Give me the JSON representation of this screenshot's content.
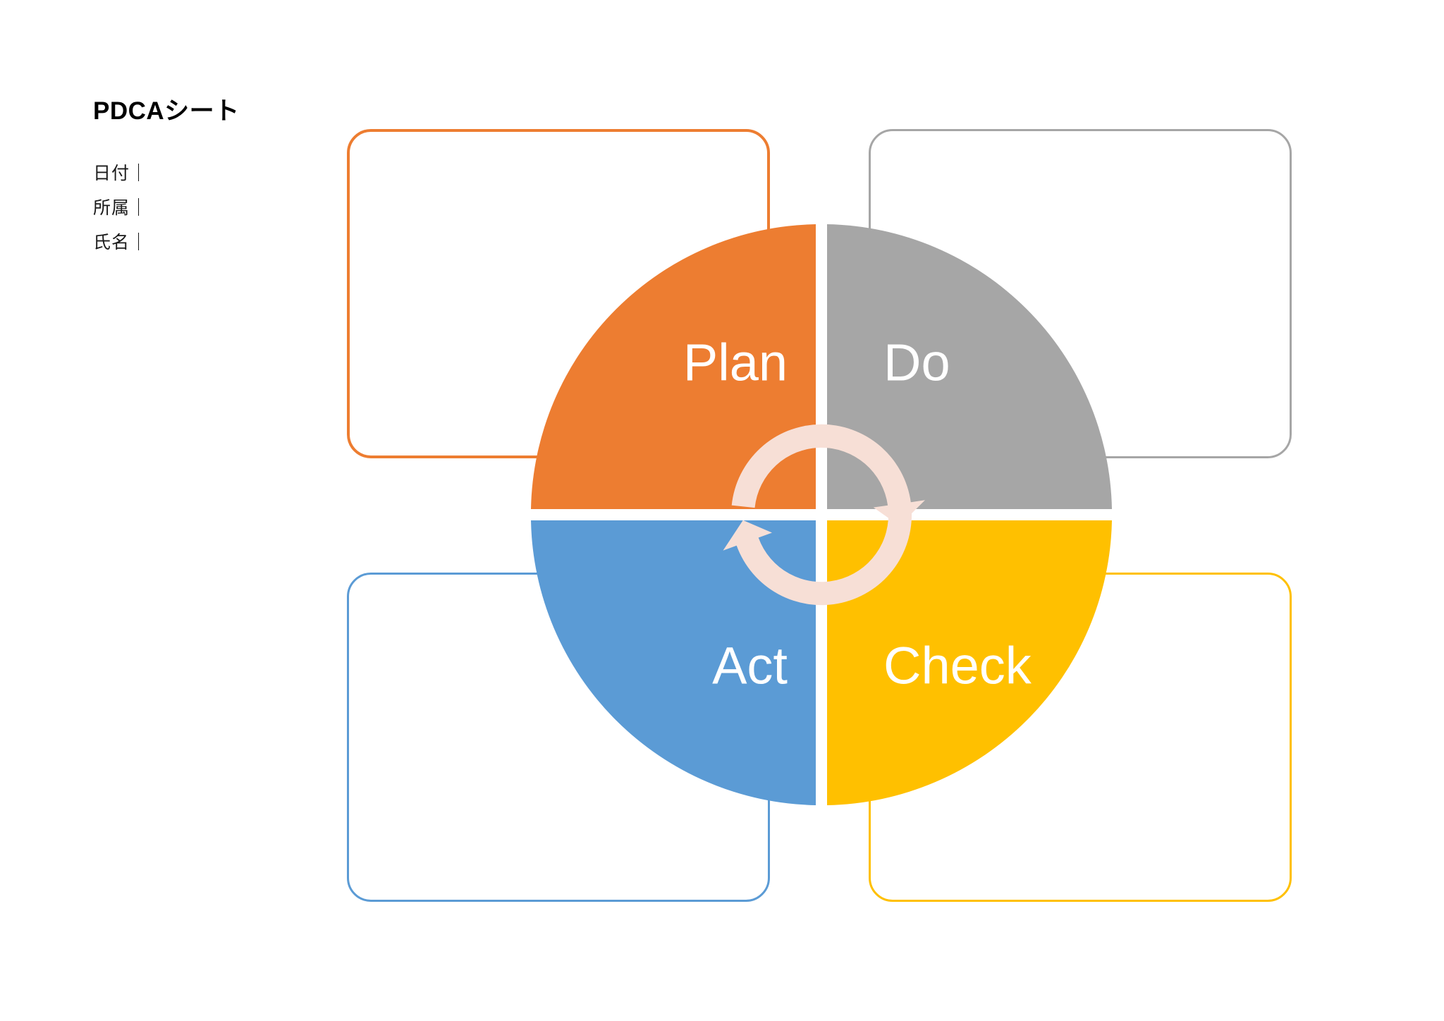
{
  "document": {
    "title": "PDCAシート",
    "background_color": "#FFFFFF"
  },
  "meta": {
    "separator": "｜",
    "fields": [
      {
        "label": "日付",
        "value": ""
      },
      {
        "label": "所属",
        "value": ""
      },
      {
        "label": "氏名",
        "value": ""
      }
    ],
    "rows": [
      {
        "text": "日付｜"
      },
      {
        "text": "所属｜"
      },
      {
        "text": "氏名｜"
      }
    ]
  },
  "chart_data": {
    "type": "pie",
    "title": "PDCAシート",
    "subtitle": "",
    "legend": "none",
    "grid": false,
    "categories": [
      "Plan",
      "Do",
      "Check",
      "Act"
    ],
    "values": [
      25,
      25,
      25,
      25
    ],
    "colors": [
      "#ED7D31",
      "#A6A6A6",
      "#FFC000",
      "#5B9BD5"
    ],
    "label_color": "#FFFFFF",
    "center_arrow_color": "#F7DFD6",
    "slices": [
      {
        "label": "Plan",
        "quadrant": "top-left",
        "color": "#ED7D31",
        "value": 25,
        "start_angle": 270,
        "end_angle": 360
      },
      {
        "label": "Do",
        "quadrant": "top-right",
        "color": "#A6A6A6",
        "value": 25,
        "start_angle": 0,
        "end_angle": 90
      },
      {
        "label": "Check",
        "quadrant": "bottom-right",
        "color": "#FFC000",
        "value": 25,
        "start_angle": 90,
        "end_angle": 180
      },
      {
        "label": "Act",
        "quadrant": "bottom-left",
        "color": "#5B9BD5",
        "value": 25,
        "start_angle": 180,
        "end_angle": 270
      }
    ]
  },
  "wheel": {
    "plan_label": "Plan",
    "do_label": "Do",
    "check_label": "Check",
    "act_label": "Act"
  },
  "notes": {
    "plan": {
      "text": "",
      "placeholder": "",
      "border_color": "#ED7D31"
    },
    "do": {
      "text": "",
      "placeholder": "",
      "border_color": "#A6A6A6"
    },
    "act": {
      "text": "",
      "placeholder": "",
      "border_color": "#5B9BD5"
    },
    "check": {
      "text": "",
      "placeholder": "",
      "border_color": "#FFC000"
    }
  },
  "colors": {
    "plan": "#ED7D31",
    "do": "#A6A6A6",
    "check": "#FFC000",
    "act": "#5B9BD5",
    "arrow": "#F7DFD6",
    "text_on_slice": "#FFFFFF",
    "title": "#000000"
  }
}
